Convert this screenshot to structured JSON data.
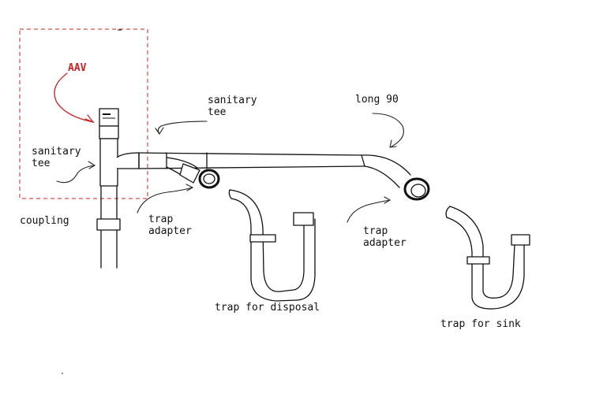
{
  "labels": {
    "aav": "AAV",
    "sanitary_tee_left_1": "sanitary",
    "sanitary_tee_left_2": "tee",
    "sanitary_tee_top_1": "sanitary",
    "sanitary_tee_top_2": "tee",
    "long_90": "long 90",
    "coupling": "coupling",
    "trap_adapter_left_1": "trap",
    "trap_adapter_left_2": "adapter",
    "trap_adapter_right_1": "trap",
    "trap_adapter_right_2": "adapter",
    "trap_for_disposal": "trap for disposal",
    "trap_for_sink": "trap for sink"
  },
  "colors": {
    "annotation_red": "#cc2222",
    "line": "#111111"
  }
}
